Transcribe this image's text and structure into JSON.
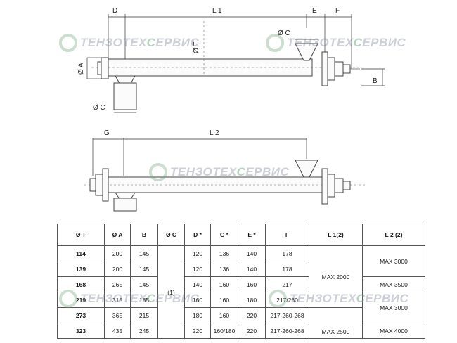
{
  "drawing1": {
    "labels": {
      "D": "D",
      "L1": "L 1",
      "E": "E",
      "F": "F",
      "OC_top": "Ø C",
      "OT": "Ø T",
      "OA": "Ø A",
      "OC_bottom": "Ø C",
      "B": "B"
    }
  },
  "drawing2": {
    "labels": {
      "G": "G",
      "L2": "L 2"
    }
  },
  "watermark": {
    "prefix": "ТЕНЗОТЕХ",
    "accent": "С",
    "suffix": "ЕРВИС"
  },
  "table": {
    "headers": [
      "Ø T",
      "Ø A",
      "B",
      "Ø C",
      "D *",
      "G *",
      "E *",
      "F",
      "L 1(2)",
      "L 2 (2)"
    ],
    "rows": [
      {
        "t": "114",
        "a": "200",
        "b": "145",
        "d": "120",
        "g": "136",
        "e": "140",
        "f": "178"
      },
      {
        "t": "139",
        "a": "200",
        "b": "145",
        "d": "120",
        "g": "136",
        "e": "140",
        "f": "178"
      },
      {
        "t": "168",
        "a": "265",
        "b": "145",
        "d": "140",
        "g": "160",
        "e": "160",
        "f": "217"
      },
      {
        "t": "219",
        "a": "315",
        "b": "185",
        "d": "160",
        "g": "160",
        "e": "180",
        "f": "217/260"
      },
      {
        "t": "273",
        "a": "365",
        "b": "215",
        "d": "180",
        "g": "160",
        "e": "220",
        "f": "217-260-268"
      },
      {
        "t": "323",
        "a": "435",
        "b": "245",
        "d": "220",
        "g": "160/180",
        "e": "220",
        "f": "217-260-268"
      }
    ],
    "c_merged": "(1)",
    "l1_a": "MAX 2000",
    "l1_b": "MAX 2500",
    "l2_a": "MAX 3000",
    "l2_b": "MAX 3500",
    "l2_c": "MAX 3000",
    "l2_d": "MAX 4000"
  },
  "colors": {
    "watermark_green": "#5aa06e",
    "watermark_gray": "#7a8296",
    "line": "#333333"
  }
}
